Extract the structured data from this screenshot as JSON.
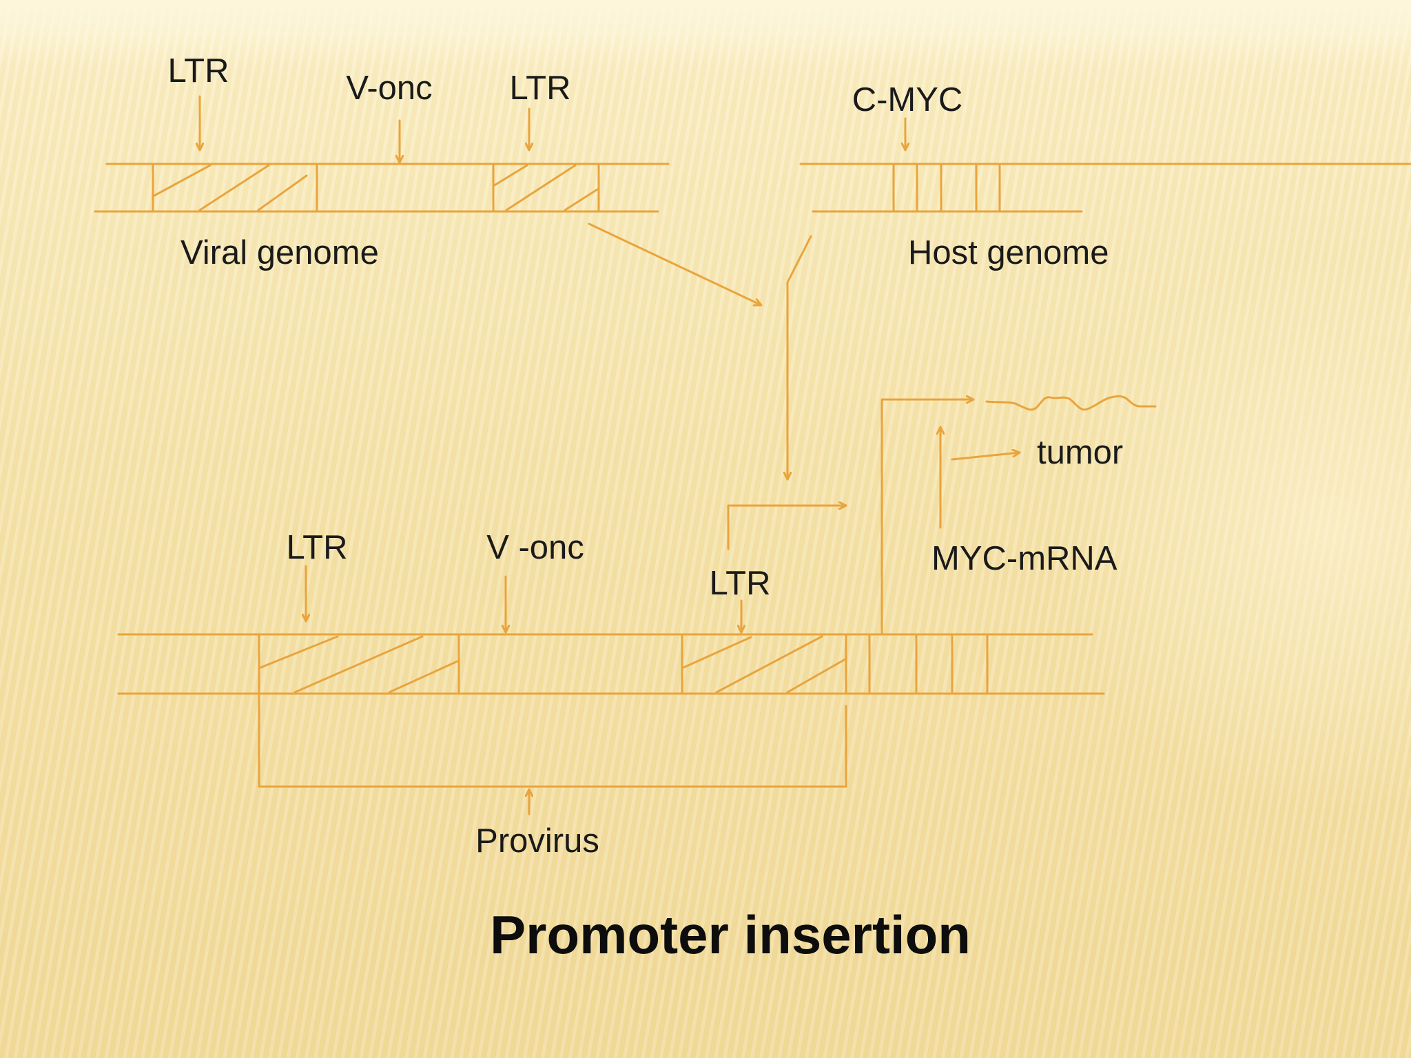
{
  "colors": {
    "line": "#e9a43c",
    "text": "#1a1a1a",
    "background": "#f6e4ad"
  },
  "labels": {
    "viral_ltr_left": "LTR",
    "viral_vonc": "V-onc",
    "viral_ltr_right": "LTR",
    "host_cmyc": "C-MYC",
    "viral_genome": "Viral genome",
    "host_genome": "Host genome",
    "tumor": "tumor",
    "provirus_ltr_left": "LTR",
    "provirus_vonc": "V -onc",
    "provirus_ltr_right": "LTR",
    "myc_mrna": "MYC-mRNA",
    "provirus": "Provirus"
  },
  "title": "Promoter insertion"
}
